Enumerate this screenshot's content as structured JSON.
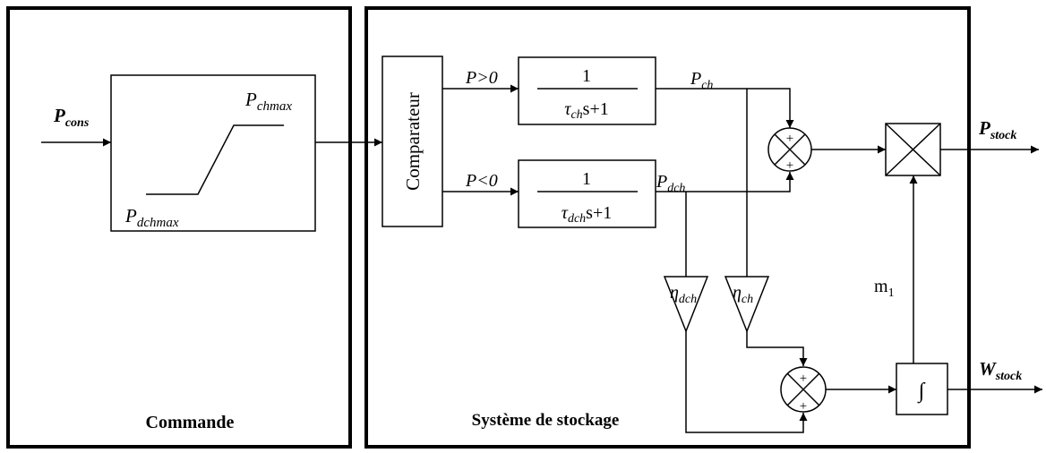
{
  "left_panel": {
    "title": "Commande"
  },
  "right_panel": {
    "title": "Système de stockage"
  },
  "input": {
    "main": "P",
    "sub": "cons"
  },
  "saturation": {
    "upper_main": "P",
    "upper_sub": "chmax",
    "lower_main": "P",
    "lower_sub": "dchmax"
  },
  "comparator": {
    "label": "Comparateur"
  },
  "branch_charge": {
    "condition": "P>0",
    "numerator": "1",
    "tau_main": "τ",
    "tau_sub": "ch",
    "tau_tail": "s+1",
    "out_main": "P",
    "out_sub": "ch"
  },
  "branch_discharge": {
    "condition": "P<0",
    "numerator": "1",
    "tau_main": "τ",
    "tau_sub": "dch",
    "tau_tail": "s+1",
    "out_main": "P",
    "out_sub": "dch"
  },
  "gains": {
    "dch": {
      "main": "η",
      "sub": "dch"
    },
    "ch": {
      "main": "η",
      "sub": "ch"
    }
  },
  "summers": {
    "plus": "+"
  },
  "integrator": {
    "symbol": "∫"
  },
  "m1": {
    "main": "m",
    "sub": "1"
  },
  "outputs": {
    "p_stock": {
      "main": "P",
      "sub": "stock"
    },
    "w_stock": {
      "main": "W",
      "sub": "stock"
    }
  }
}
